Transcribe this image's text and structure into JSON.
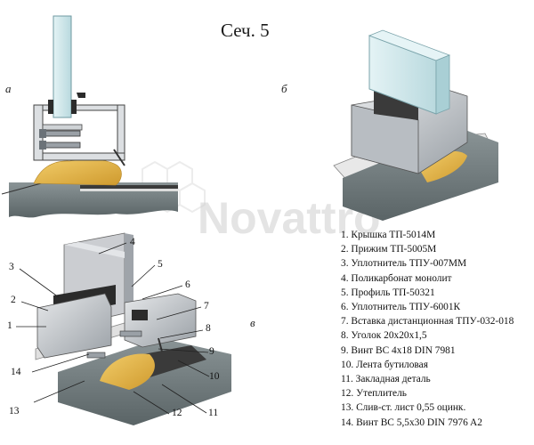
{
  "title": "Сеч. 5",
  "watermark": "Novattro",
  "panels": {
    "a": "а",
    "b": "б",
    "c": "в"
  },
  "legend": [
    "1. Крышка ТП-5014М",
    "2. Прижим ТП-5005М",
    "3. Уплотнитель ТПУ-007ММ",
    "4. Поликарбонат монолит",
    "5. Профиль ТП-50321",
    "6. Уплотнитель ТПУ-6001К",
    "7. Вставка дистанционная ТПУ-032-018",
    "8. Уголок 20х20х1,5",
    "9. Винт ВС 4х18 DIN 7981",
    "10. Лента бутиловая",
    "11. Закладная деталь",
    "12. Утеплитель",
    "13. Слив-ст. лист 0,55 оцинк.",
    "14. Винт ВС 5,5х30 DIN 7976 A2"
  ],
  "callouts": [
    "1",
    "2",
    "3",
    "4",
    "5",
    "6",
    "7",
    "8",
    "9",
    "10",
    "11",
    "12",
    "13",
    "14"
  ],
  "colors": {
    "concrete": "#6f7a7c",
    "insulation": "#e3b64a",
    "profile": "#c9ccd0",
    "glass": "#cfe6ea",
    "gasket": "#2b2b2b"
  }
}
